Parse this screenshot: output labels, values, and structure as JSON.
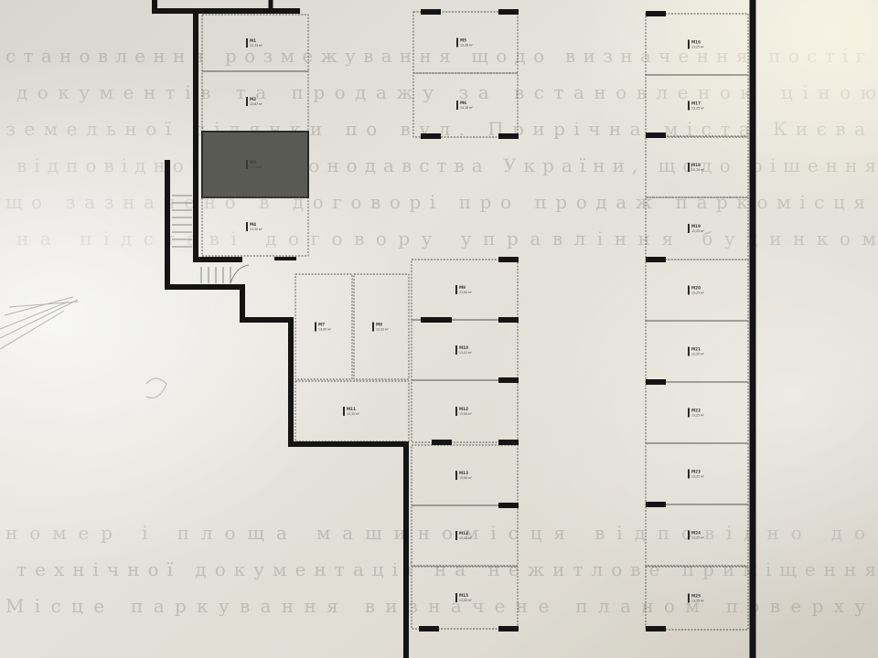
{
  "photo": {
    "subject": "Photo of a printed parking-level floor plan with numbered spaces",
    "background_colors": {
      "paper": "#e3e1da",
      "wall": "#141414",
      "highlighted_unit": "#5a5a55",
      "unit_text": "#3a3a38"
    }
  },
  "units": {
    "left_column": [
      {
        "code": "М1",
        "area": "12,73 м²"
      },
      {
        "code": "М2",
        "area": "12,87 м²"
      },
      {
        "code": "М3",
        "area": "13,14 м²"
      },
      {
        "code": "М4",
        "area": "13,30 м²"
      }
    ],
    "middle_upper": [
      {
        "code": "М5",
        "area": "13,28 м²"
      },
      {
        "code": "М6",
        "area": "13,28 м²"
      }
    ],
    "middle_block": [
      {
        "code": "М7",
        "area": "13,00 м²"
      },
      {
        "code": "М8",
        "area": "13,02 м²"
      },
      {
        "code": "М9",
        "area": "13,00 м²"
      },
      {
        "code": "М10",
        "area": "13,01 м²"
      },
      {
        "code": "М11",
        "area": "13,15 м²"
      },
      {
        "code": "М12",
        "area": "13,00 м²"
      },
      {
        "code": "М13",
        "area": "13,00 м²"
      },
      {
        "code": "М14",
        "area": "13,02 м²"
      },
      {
        "code": "М15",
        "area": "13,00 м²"
      }
    ],
    "right_column": [
      {
        "code": "М16",
        "area": "13,25 м²"
      },
      {
        "code": "М17",
        "area": "13,25 м²"
      },
      {
        "code": "М18",
        "area": "13,25 м²"
      },
      {
        "code": "М19",
        "area": "13,25 м²"
      },
      {
        "code": "М20",
        "area": "13,25 м²"
      },
      {
        "code": "М21",
        "area": "13,25 м²"
      },
      {
        "code": "М22",
        "area": "13,25 м²"
      },
      {
        "code": "М23",
        "area": "13,25 м²"
      },
      {
        "code": "М24",
        "area": "13,25 м²"
      },
      {
        "code": "М25",
        "area": "13,25 м²"
      }
    ]
  },
  "background_text": [
    "становлення розмежування щодо визначення постіг",
    "документів та продажу за встановленою ціною",
    "земельної ділянки по вул. Прирічна міста Києва",
    "відповідно до законодавства України, щодо рішення",
    "що зазначено в договорі про продаж паркомісця",
    "на підставі договору управління будинком",
    "номер і площа машиномісця відповідно до",
    "технічної документації на нежитлове приміщення",
    "Місце паркування визначене планом поверху"
  ]
}
